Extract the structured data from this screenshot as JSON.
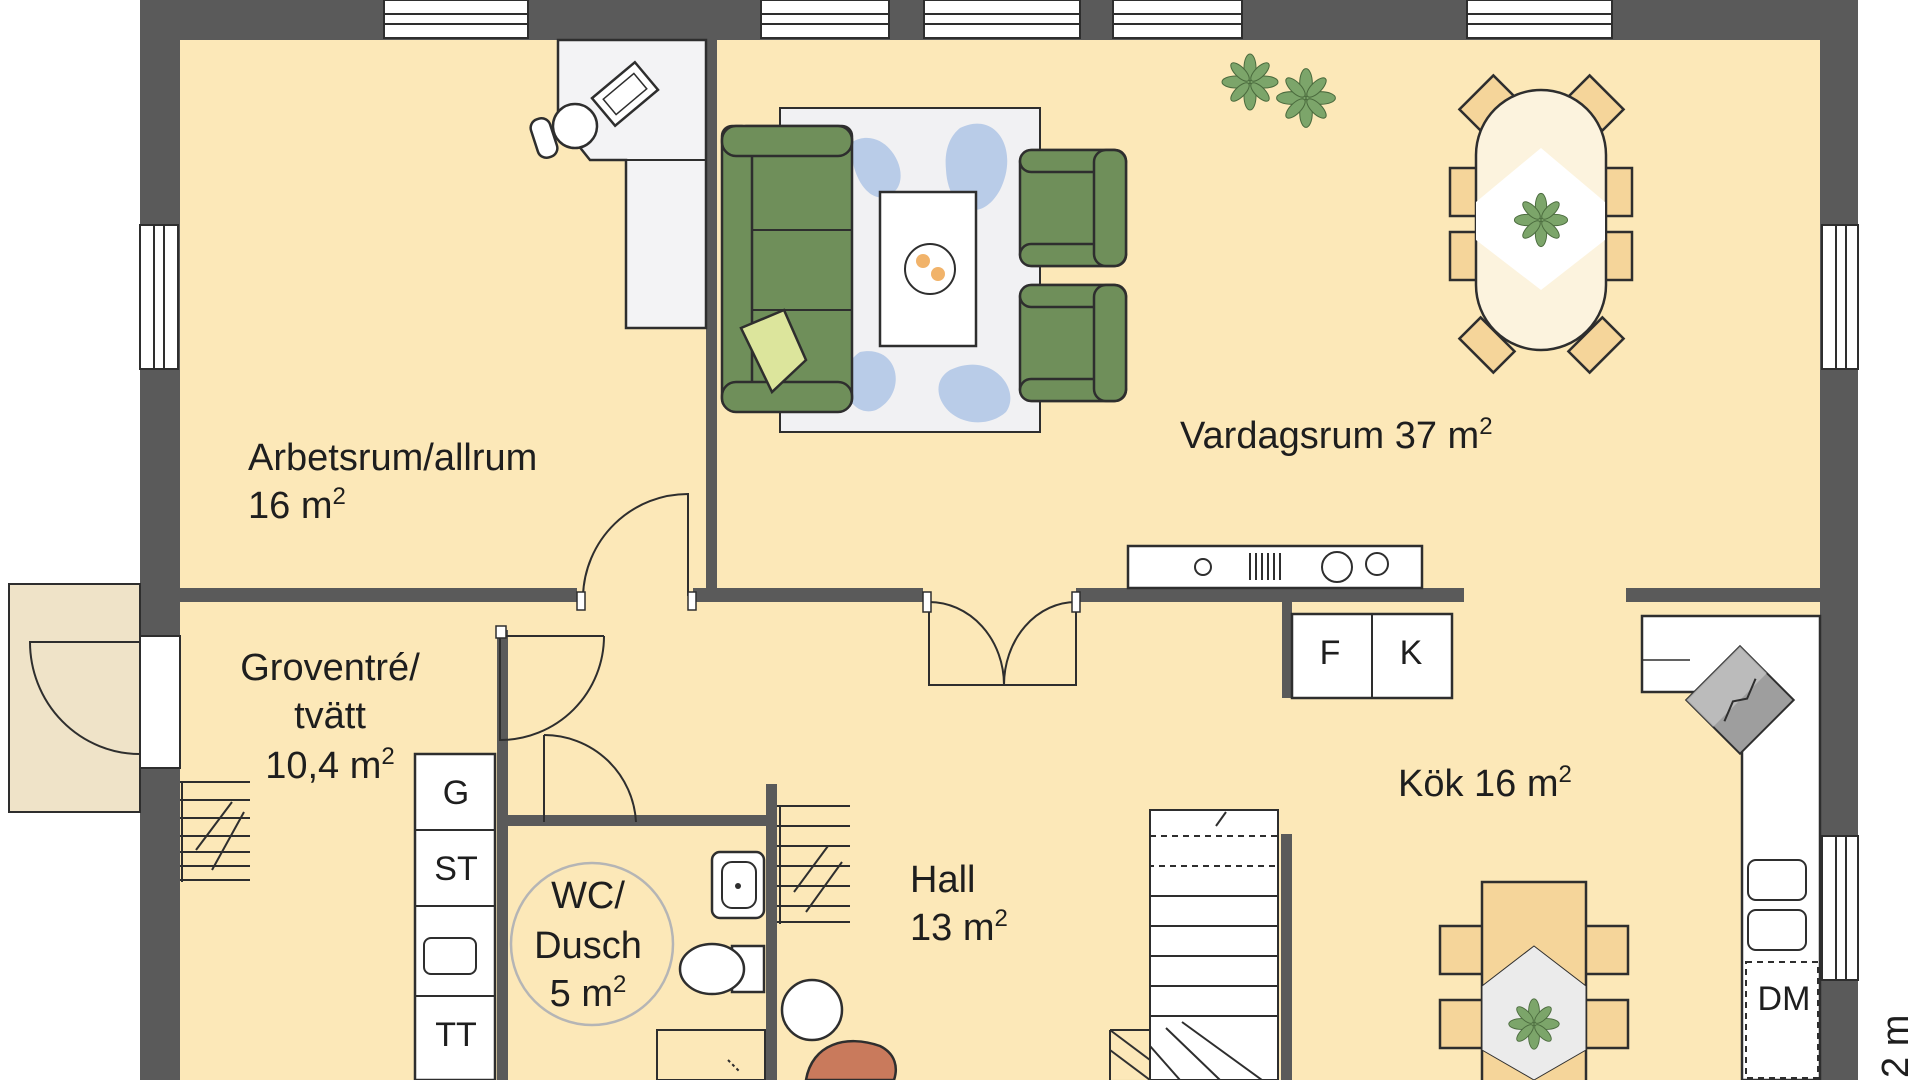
{
  "colors": {
    "floor": "#FCE8B8",
    "wall": "#5A5A5A",
    "sofa": "#6F8F5A",
    "rug": "#F1F1F3",
    "rug_pattern": "#B9CCE8",
    "table": "#FCF3DE",
    "chair": "#F5D59A",
    "appliance": "#FFFFFF",
    "outline": "#2E2E2E",
    "plant": "#7CA56A",
    "entry_step": "#EFE3C8",
    "cushion": "#DCE59C",
    "armchair_orange": "#C97A5C"
  },
  "rooms": {
    "arbetsrum": {
      "name": "Arbetsrum/allrum",
      "area": "16 m",
      "sup": "2"
    },
    "vardagsrum": {
      "name": "Vardagsrum 37 m",
      "sup": "2"
    },
    "groventre": {
      "line1": "Groventré/",
      "line2": "tvätt",
      "area": "10,4 m",
      "sup": "2"
    },
    "wc": {
      "line1": "WC/",
      "line2": "Dusch",
      "area": "5 m",
      "sup": "2"
    },
    "hall": {
      "name": "Hall",
      "area": "13 m",
      "sup": "2"
    },
    "kok": {
      "name": "Kök 16 m",
      "sup": "2"
    }
  },
  "appliances": {
    "freezer": "F",
    "fridge": "K",
    "g": "G",
    "st": "ST",
    "tt": "TT",
    "dm": "DM"
  },
  "dimension_fragment": "2 m"
}
